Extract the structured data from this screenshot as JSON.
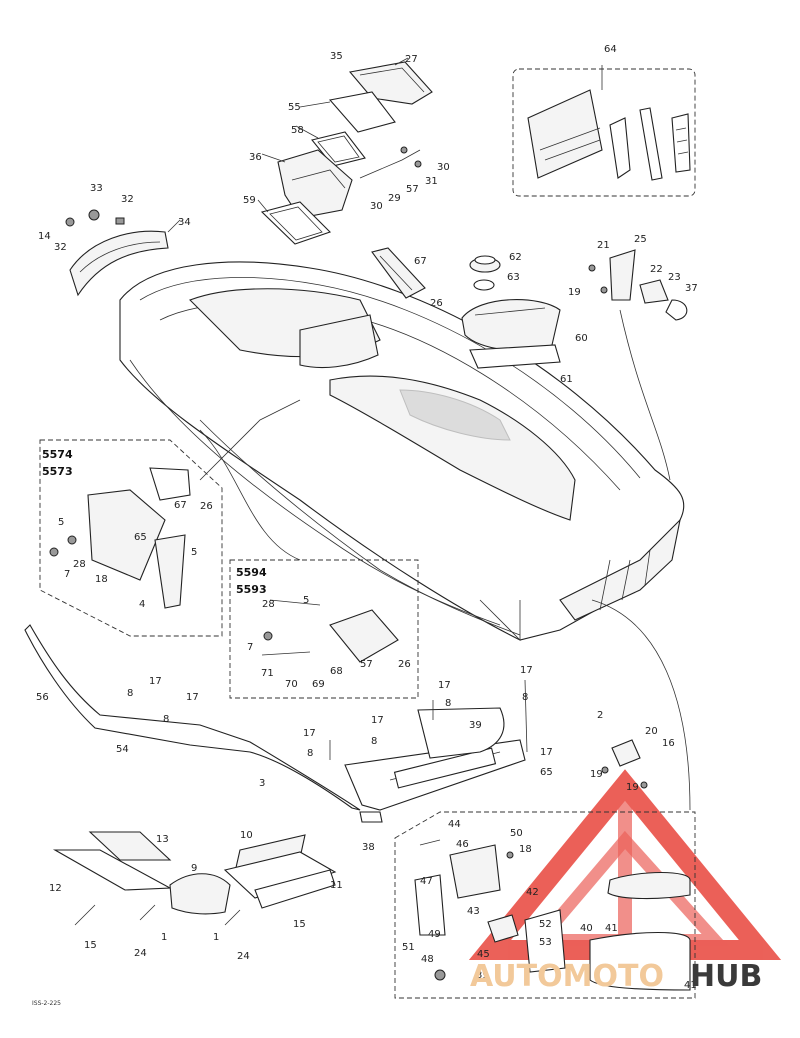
{
  "model_groups": {
    "left": [
      "5574",
      "5573"
    ],
    "center": [
      "5594",
      "5593"
    ]
  },
  "watermark": {
    "brand_a": "AUTOMOTO",
    "brand_b": "HUB",
    "color_a": "#f2c99a",
    "color_b": "#3a3a3a",
    "logo_color": "#e8453c"
  },
  "drawing_ref": "ISS-2-225",
  "callouts": {
    "c35": "35",
    "c27": "27",
    "c64": "64",
    "c55": "55",
    "c58": "58",
    "c36": "36",
    "c30": "30",
    "c31": "31",
    "c57a": "57",
    "c29": "29",
    "c30b": "30",
    "c59": "59",
    "c33": "33",
    "c32a": "32",
    "c34": "34",
    "c14": "14",
    "c32b": "32",
    "c21": "21",
    "c25": "25",
    "c22": "22",
    "c23": "23",
    "c37": "37",
    "c19a": "19",
    "c67a": "67",
    "c62": "62",
    "c63": "63",
    "c26a": "26",
    "c60": "60",
    "c61": "61",
    "c67b": "67",
    "c26b": "26",
    "c5a": "5",
    "c65": "65",
    "c5b": "5",
    "c28a": "28",
    "c7a": "7",
    "c18": "18",
    "c4": "4",
    "c28b": "28",
    "c5c": "5",
    "c7b": "7",
    "c57b": "57",
    "c26c": "26",
    "c71": "71",
    "c70": "70",
    "c69": "69",
    "c68": "68",
    "c56": "56",
    "c17a": "17",
    "c8a": "8",
    "c17b": "17",
    "c8b": "8",
    "c54": "54",
    "c3": "3",
    "c17c": "17",
    "c8c": "8",
    "c17d": "17",
    "c8d": "8",
    "c17e": "17",
    "c8e": "8",
    "c39": "39",
    "c17f": "17",
    "c8f": "8",
    "c2": "2",
    "c17g": "17",
    "c65b": "65",
    "c20": "20",
    "c16": "16",
    "c19b": "19",
    "c19c": "19",
    "c38": "38",
    "c13": "13",
    "c10": "10",
    "c9": "9",
    "c12": "12",
    "c11": "11",
    "c15a": "15",
    "c15b": "15",
    "c1a": "1",
    "c1b": "1",
    "c24a": "24",
    "c24b": "24",
    "c44": "44",
    "c50": "50",
    "c46": "46",
    "c18b": "18",
    "c47": "47",
    "c42": "42",
    "c43": "43",
    "c49": "49",
    "c51": "51",
    "c52": "52",
    "c53": "53",
    "c45": "45",
    "c48": "48",
    "c39b": "39",
    "c40": "40",
    "c41a": "41",
    "c41b": "41"
  }
}
